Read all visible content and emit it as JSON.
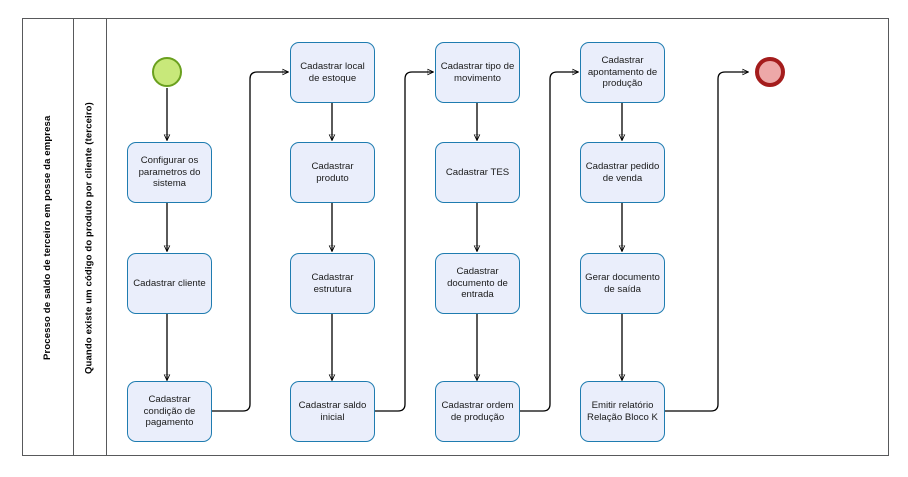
{
  "diagram": {
    "type": "bpmn-flowchart",
    "pool": {
      "lane_labels": [
        "Processo de saldo de terceiro em posse da empresa",
        "Quando existe um código do produto por cliente (terceiro)"
      ]
    },
    "events": {
      "start": {
        "name": "start-event",
        "color": "#c8e87a",
        "border": "#6aa01e"
      },
      "end": {
        "name": "end-event",
        "color": "#eda8a8",
        "border": "#a41c1c"
      }
    },
    "style": {
      "task_fill": "#eaeefb",
      "task_border": "#1f7cb0",
      "frame_border": "#58595b",
      "connector": "#000000"
    },
    "columns": [
      {
        "id": "col-1",
        "tasks": [
          {
            "id": "t1",
            "label": "Configurar os parametros do sistema"
          },
          {
            "id": "t2",
            "label": "Cadastrar cliente"
          },
          {
            "id": "t3",
            "label": "Cadastrar condição de pagamento"
          }
        ]
      },
      {
        "id": "col-2",
        "tasks": [
          {
            "id": "t4",
            "label": "Cadastrar local de estoque"
          },
          {
            "id": "t5",
            "label": "Cadastrar produto"
          },
          {
            "id": "t6",
            "label": "Cadastrar estrutura"
          },
          {
            "id": "t7",
            "label": "Cadastrar saldo inicial"
          }
        ]
      },
      {
        "id": "col-3",
        "tasks": [
          {
            "id": "t8",
            "label": "Cadastrar tipo de movimento"
          },
          {
            "id": "t9",
            "label": "Cadastrar TES"
          },
          {
            "id": "t10",
            "label": "Cadastrar documento de entrada"
          },
          {
            "id": "t11",
            "label": "Cadastrar ordem de produção"
          }
        ]
      },
      {
        "id": "col-4",
        "tasks": [
          {
            "id": "t12",
            "label": "Cadastrar apontamento de produção"
          },
          {
            "id": "t13",
            "label": "Cadastrar pedido de venda"
          },
          {
            "id": "t14",
            "label": "Gerar documento de saída"
          },
          {
            "id": "t15",
            "label": "Emitir relatório Relação Bloco K"
          }
        ]
      }
    ],
    "flow_order": [
      "start",
      "t1",
      "t2",
      "t3",
      "t4",
      "t5",
      "t6",
      "t7",
      "t8",
      "t9",
      "t10",
      "t11",
      "t12",
      "t13",
      "t14",
      "t15",
      "end"
    ]
  }
}
